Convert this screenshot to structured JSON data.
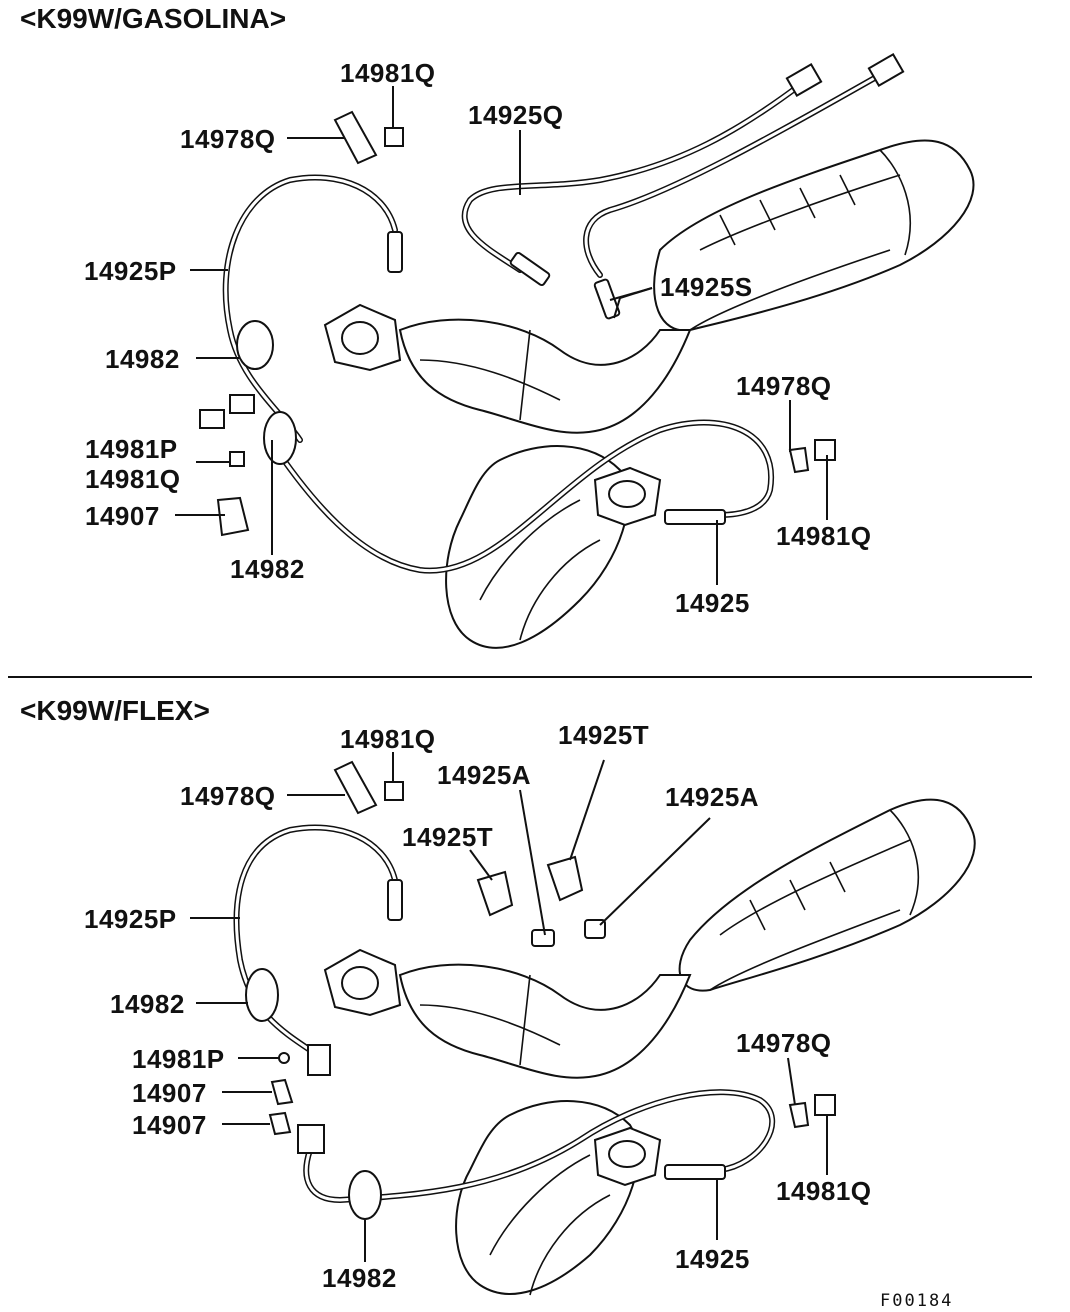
{
  "sections": [
    {
      "title": "<K99W/GASOLINA>",
      "labels": [
        "14981Q",
        "14978Q",
        "14925Q",
        "14925P",
        "14925S",
        "14982",
        "14981P",
        "14981Q",
        "14907",
        "14982",
        "14978Q",
        "14981Q",
        "14925"
      ]
    },
    {
      "title": "<K99W/FLEX>",
      "labels": [
        "14981Q",
        "14978Q",
        "14925T",
        "14925A",
        "14925A",
        "14925T",
        "14925P",
        "14982",
        "14981P",
        "14907",
        "14907",
        "14978Q",
        "14981Q",
        "14925",
        "14982"
      ]
    }
  ],
  "figure_code": "F00184"
}
